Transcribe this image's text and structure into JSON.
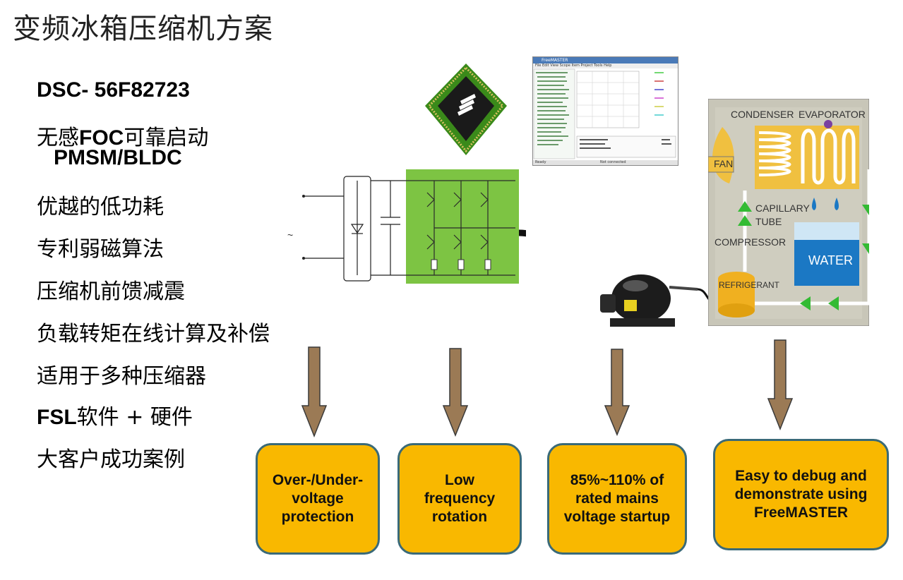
{
  "title": "变频冰箱压缩机方案",
  "bullets": [
    {
      "pre": "",
      "bold": "DSC- 56F82723",
      "post": ""
    },
    {
      "pre": "无感",
      "bold": "FOC",
      "post": "可靠启动"
    },
    {
      "pre": "",
      "bold": "PMSM/BLDC",
      "post": ""
    },
    {
      "pre": "优越的低功耗",
      "bold": "",
      "post": ""
    },
    {
      "pre": "专利弱磁算法",
      "bold": "",
      "post": ""
    },
    {
      "pre": "压缩机前馈减震",
      "bold": "",
      "post": ""
    },
    {
      "pre": "负载转矩在线计算及补偿",
      "bold": "",
      "post": ""
    },
    {
      "pre": "适用于多种压缩器",
      "bold": "",
      "post": ""
    },
    {
      "pre": "",
      "bold": "FSL",
      "post": "软件 + 硬件"
    },
    {
      "pre": "大客户成功案例",
      "bold": "",
      "post": ""
    }
  ],
  "features": [
    {
      "text": "Over-/Under-\nvoltage\nprotection"
    },
    {
      "text": "Low\nfrequency\nrotation"
    },
    {
      "text": "85%~110% of\nrated mains\nvoltage startup"
    },
    {
      "text": "Easy to debug and\ndemonstrate using\nFreeMASTER"
    }
  ],
  "inverter": {
    "ac_symbol": "~"
  },
  "fridge": {
    "condenser": "CONDENSER",
    "evaporator": "EVAPORATOR",
    "fan": "FAN",
    "capillary": "CAPILLARY",
    "tube": "TUBE",
    "compressor": "COMPRESSOR",
    "water": "WATER",
    "refrigerant": "REFRIGERANT"
  },
  "freemaster": {
    "window_title": "FreeMASTER",
    "menu": "File  Edit  View  Scope  Item  Project  Tools  Help",
    "status_left": "Ready",
    "status_mid": "Not connected"
  },
  "colors": {
    "box_fill": "#f9b800",
    "box_border": "#3a6a78",
    "arrow": "#9b7a55",
    "inverter_green": "#7dc443",
    "flow_arrow": "#33bb33"
  }
}
